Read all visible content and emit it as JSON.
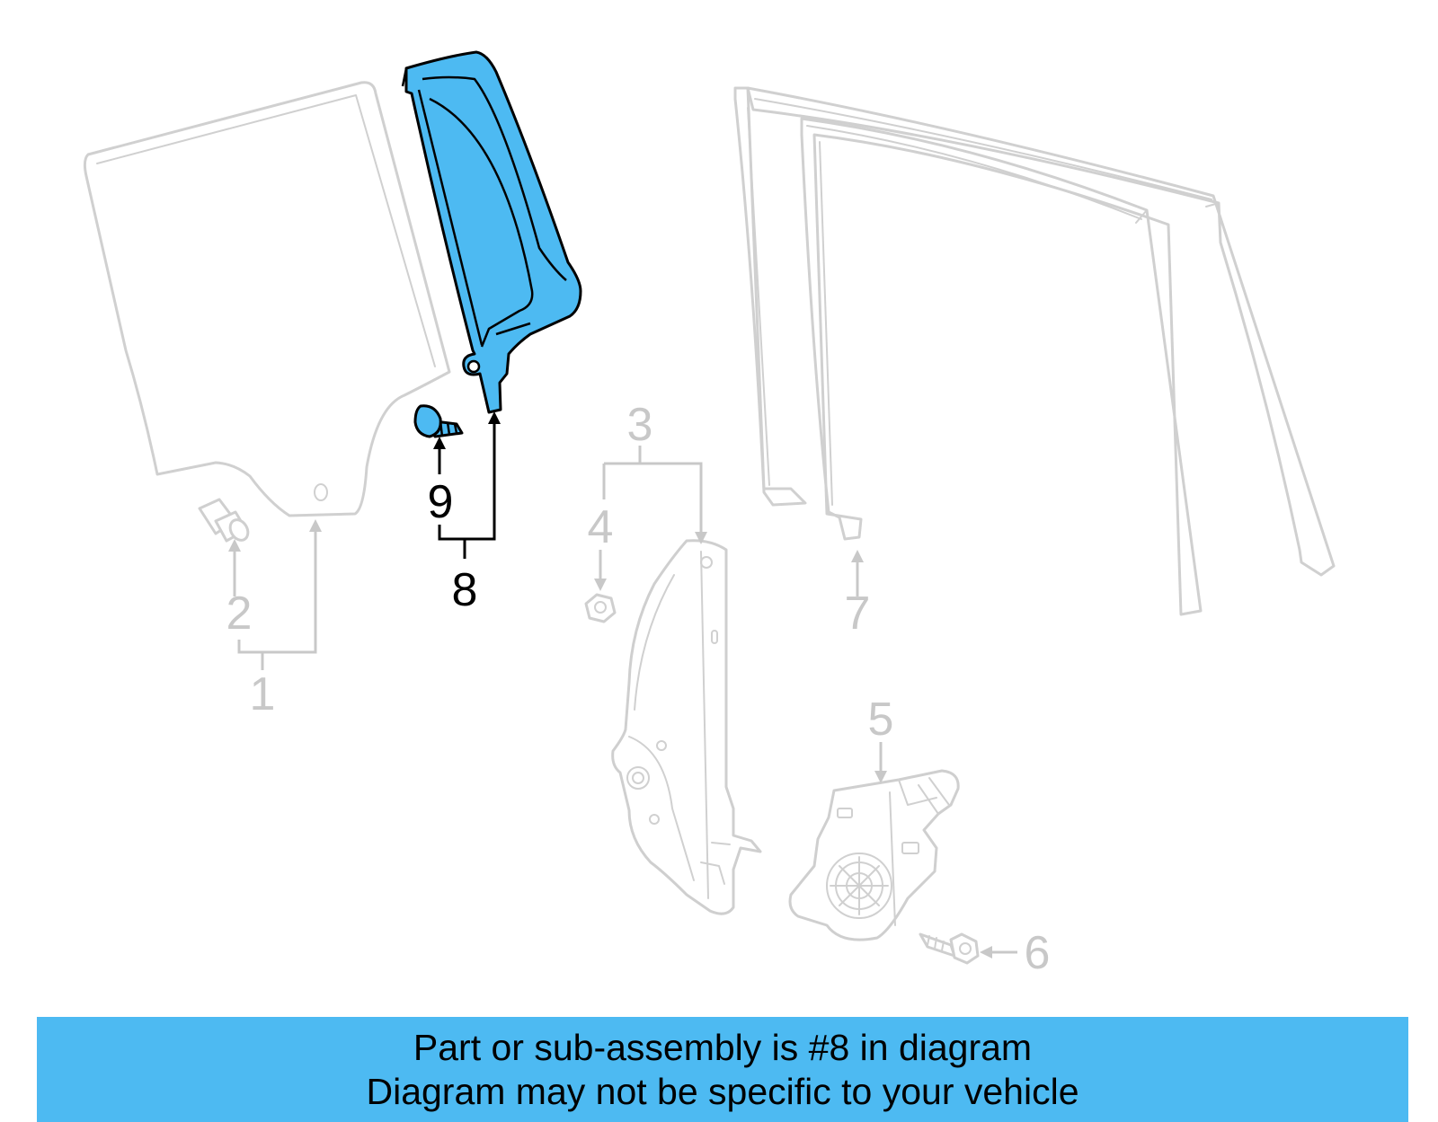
{
  "diagram": {
    "callouts": {
      "c1": "1",
      "c2": "2",
      "c3": "3",
      "c4": "4",
      "c5": "5",
      "c6": "6",
      "c7": "7",
      "c8": "8",
      "c9": "9"
    },
    "highlighted_part": "8",
    "colors": {
      "highlight": "#4dbaf2",
      "ghost_parts": "#d0d0d0",
      "ink": "#000000"
    }
  },
  "banner": {
    "line1": "Part or sub-assembly is #8 in diagram",
    "line2": "Diagram may not be specific to your vehicle"
  }
}
